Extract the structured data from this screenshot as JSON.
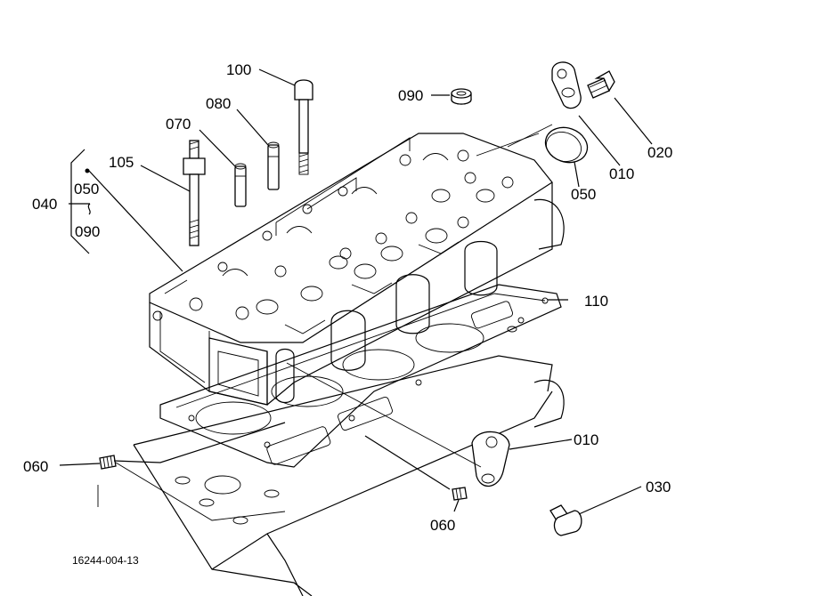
{
  "callouts": {
    "c100": "100",
    "c090_top": "090",
    "c080": "080",
    "c070": "070",
    "c105": "105",
    "c040": "040",
    "c050_bracket": "050",
    "c090_bracket": "090",
    "c020": "020",
    "c010_top": "010",
    "c050": "050",
    "c110": "110",
    "c010_bottom": "010",
    "c030": "030",
    "c060_left": "060",
    "c060_bottom": "060"
  },
  "figure_number": "16244-004-13",
  "colors": {
    "ink": "#000000",
    "paper": "#ffffff"
  }
}
